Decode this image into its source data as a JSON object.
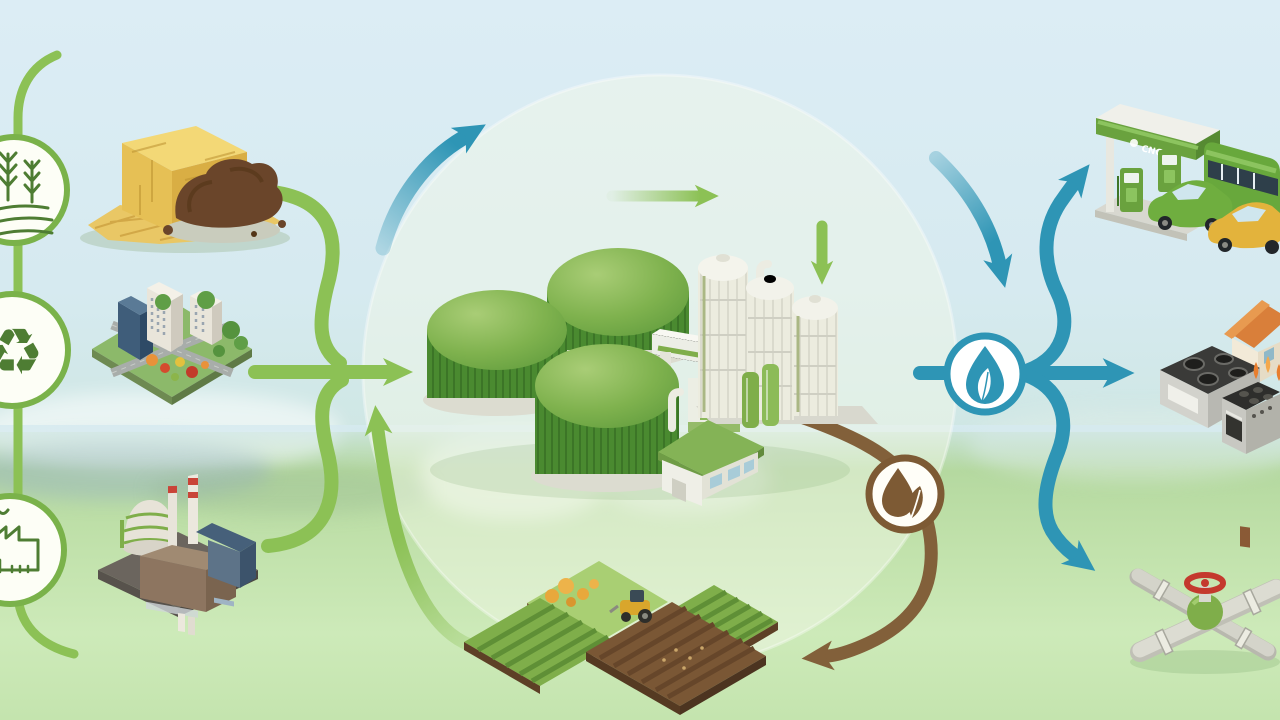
{
  "labels": {
    "station_sign": "CNG"
  },
  "palette": {
    "arrow_green": "#8cc155",
    "arrow_blue": "#2e95b5",
    "arrow_brown": "#82603a",
    "rail_green": "#8cc155",
    "icon_line_green": "#4e7d33",
    "tank_green": "#4a8a30",
    "silo_white": "#ececE4",
    "sky_blue": "#d9ecf3",
    "grass_green": "#b9dca6",
    "valve_red": "#c4392e"
  },
  "nodes": {
    "source_badges": [
      "wheat-field-icon",
      "recycle-icon",
      "factory-icon"
    ],
    "sources": [
      "hay-bale-and-manure",
      "city-organic-waste",
      "industrial-plant"
    ],
    "center": [
      "digester-tanks",
      "process-building",
      "storage-silos",
      "farm-barn",
      "farm-fields",
      "tractor"
    ],
    "flow_badges": [
      "biogas-drop-icon",
      "digestate-drop-icon"
    ],
    "outputs": [
      "cng-fuel-station",
      "bus",
      "green-car",
      "yellow-car",
      "house",
      "gas-stoves",
      "gas-pipeline"
    ]
  }
}
